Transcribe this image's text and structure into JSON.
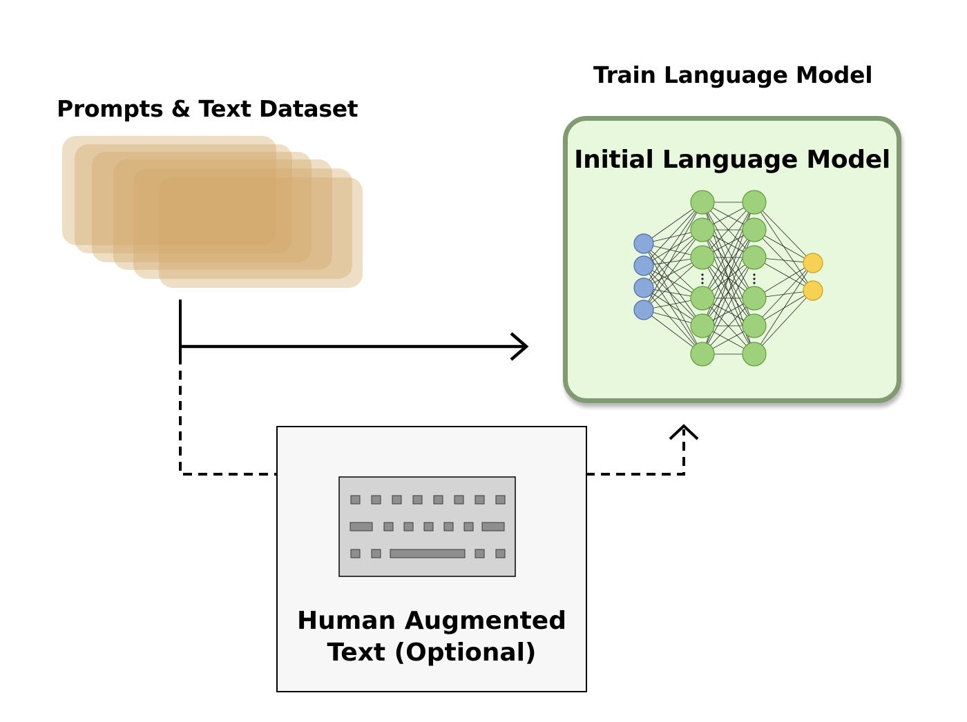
{
  "diagram": {
    "dataset_title": "Prompts & Text Dataset",
    "train_title": "Train Language Model",
    "model_title": "Initial Language Model",
    "human_label_line1": "Human Augmented",
    "human_label_line2": "Text (Optional)"
  },
  "colors": {
    "dataset_card": "#d2a86a",
    "model_fill": "#e8f8dc",
    "model_border": "#819a71",
    "input_node": "#8ba8da",
    "hidden_node": "#9fd07b",
    "output_node": "#f7d154",
    "keyboard_body": "#d4d4d4",
    "human_box_fill": "#f7f7f7"
  },
  "icons": [
    "document-stack-icon",
    "neural-network-icon",
    "keyboard-icon",
    "arrow-right-icon",
    "arrow-up-icon"
  ]
}
